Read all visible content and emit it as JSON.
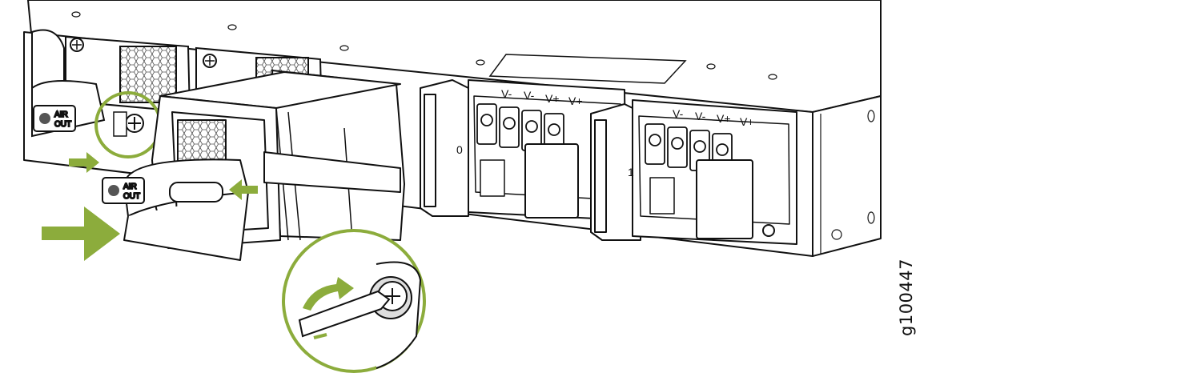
{
  "figure": {
    "id": "g100447",
    "accent_color": "#8cac3c",
    "fan_modules": [
      {
        "label_line1": "AIR",
        "label_line2": "OUT",
        "icon": "fan-icon"
      },
      {
        "label_line1": "AIR",
        "label_line2": "OUT",
        "icon": "fan-icon"
      }
    ],
    "power_supplies": [
      {
        "slot": "0",
        "terminals": [
          "V-",
          "V-",
          "V+",
          "V+"
        ]
      },
      {
        "slot": "1",
        "terminals": [
          "V-",
          "V-",
          "V+",
          "V+"
        ]
      }
    ],
    "callout": {
      "icon": "screwdriver-icon",
      "action": "tighten-screw"
    }
  }
}
